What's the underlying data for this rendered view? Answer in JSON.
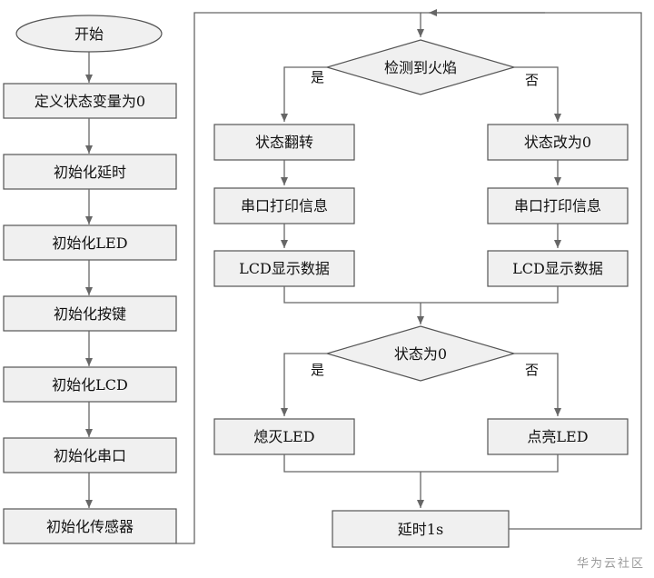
{
  "nodes": {
    "start": "开始",
    "init_var": "定义状态变量为0",
    "init_delay": "初始化延时",
    "init_led": "初始化LED",
    "init_key": "初始化按键",
    "init_lcd": "初始化LCD",
    "init_uart": "初始化串口",
    "init_sensor": "初始化传感器",
    "detect_flame": "检测到火焰",
    "state_flip": "状态翻转",
    "state_to_zero": "状态改为0",
    "uart_print_left": "串口打印信息",
    "uart_print_right": "串口打印信息",
    "lcd_show_left": "LCD显示数据",
    "lcd_show_right": "LCD显示数据",
    "state_is_zero": "状态为0",
    "led_off": "熄灭LED",
    "led_on": "点亮LED",
    "delay_1s": "延时1s"
  },
  "branches": {
    "detect_yes": "是",
    "detect_no": "否",
    "state_yes": "是",
    "state_no": "否"
  },
  "watermark": "华为云社区",
  "colors": {
    "box_fill": "#f0f0f0",
    "box_stroke": "#555555",
    "edge": "#666666",
    "text": "#111111"
  }
}
